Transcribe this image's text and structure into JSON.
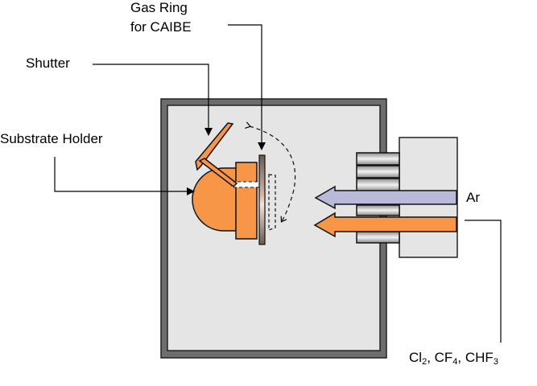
{
  "labels": {
    "gas_ring_line1": "Gas Ring",
    "gas_ring_line2": "for CAIBE",
    "shutter": "Shutter",
    "substrate_holder": "Substrate Holder",
    "ar": "Ar",
    "reactive_gases": {
      "cl": "Cl",
      "cl_sub": "2",
      "sep1": ", CF",
      "cf_sub": "4",
      "sep2": ", CHF",
      "chf_sub": "3"
    }
  },
  "colors": {
    "chamber_wall": "#6d6d6d",
    "chamber_inside": "#e5e5e5",
    "holder_orange": "#f79646",
    "ar_beam": "#b9b9d9",
    "reactive_beam": "#f79646"
  }
}
